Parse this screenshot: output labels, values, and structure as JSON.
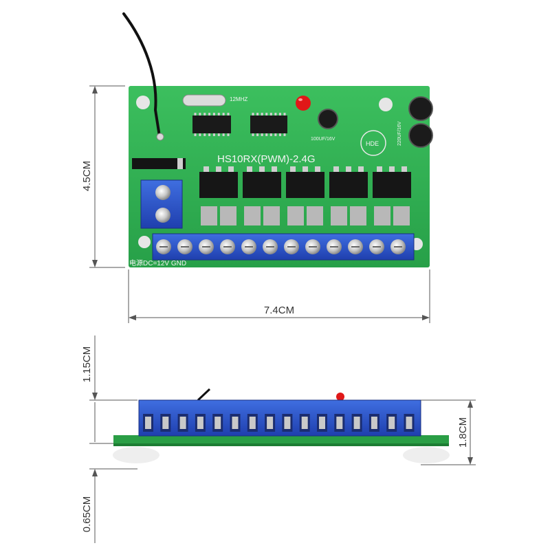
{
  "dimensions": {
    "height": "4.5CM",
    "width": "7.4CM",
    "side_top_height": "1.15CM",
    "side_board_height": "1.8CM",
    "side_bottom_height": "0.65CM"
  },
  "board_top": {
    "model_label": "HS10RX(PWM)-2.4G",
    "crystal_label": "12MHZ",
    "cap_label_small": "100UF/16V",
    "cap_label_large": "220UF/16V",
    "logo_label": "HDE",
    "power_label": "电源DC=12V GND",
    "terminal_count": 12,
    "mosfet_count": 5
  },
  "board_side": {
    "terminal_count": 16
  },
  "colors": {
    "pcb_green": "#2fae52",
    "terminal_blue": "#2a52c8",
    "led_red": "#e01818"
  }
}
